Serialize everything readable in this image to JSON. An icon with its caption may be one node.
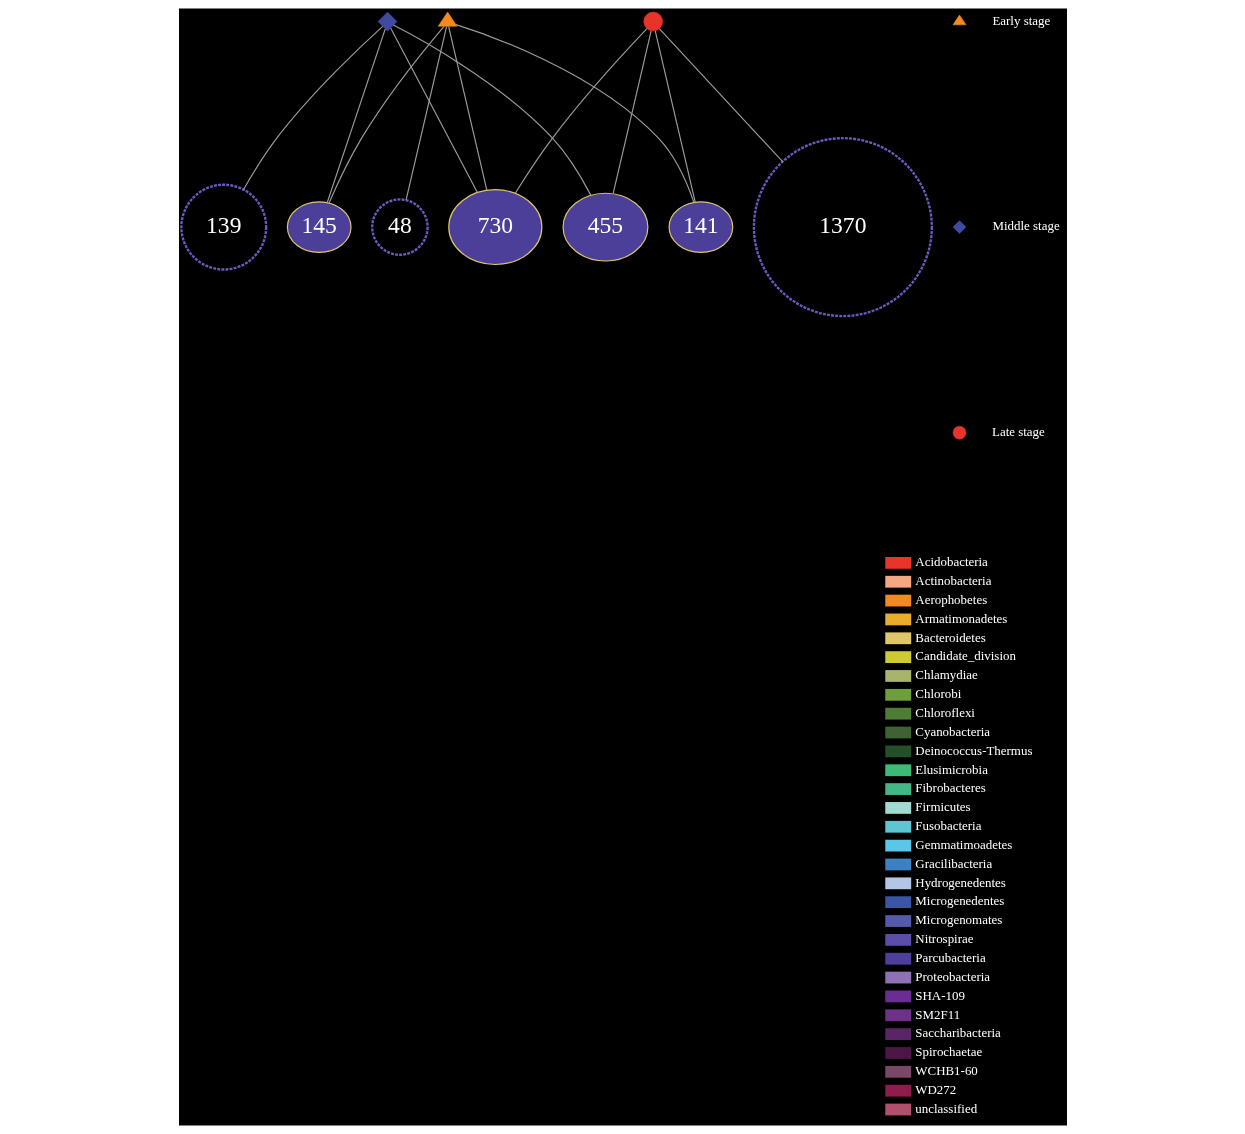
{
  "diagram": {
    "nodes": [
      {
        "text": [],
        "shape": "diamond"
      },
      {
        "text": [],
        "shape": "triangle"
      },
      {
        "text": [],
        "shape": "circle"
      },
      {
        "text": [
          "139"
        ]
      },
      {
        "text": [
          "145"
        ]
      },
      {
        "text": [
          "48"
        ]
      },
      {
        "text": [
          "730"
        ]
      },
      {
        "text": [
          "455"
        ]
      },
      {
        "text": [
          "141"
        ]
      },
      {
        "text": [
          "1370"
        ]
      }
    ],
    "edges": [
      {
        "from": 0,
        "to": 3,
        "arrow": "none"
      },
      {
        "from": 0,
        "to": 4,
        "arrow": "none"
      },
      {
        "from": 1,
        "to": 4,
        "arrow": "none"
      },
      {
        "from": 1,
        "to": 5,
        "arrow": "none"
      },
      {
        "from": 0,
        "to": 6,
        "arrow": "none"
      },
      {
        "from": 1,
        "to": 6,
        "arrow": "none"
      },
      {
        "from": 2,
        "to": 6,
        "arrow": "none"
      },
      {
        "from": 0,
        "to": 7,
        "arrow": "none"
      },
      {
        "from": 2,
        "to": 7,
        "arrow": "none"
      },
      {
        "from": 1,
        "to": 8,
        "arrow": "none"
      },
      {
        "from": 2,
        "to": 8,
        "arrow": "none"
      },
      {
        "from": 2,
        "to": 9,
        "arrow": "none"
      }
    ],
    "legend": [
      {
        "text": "Early stage"
      },
      {
        "text": "Middle stage"
      },
      {
        "text": "Late stage"
      },
      {
        "text": "Acidobacteria",
        "color": "#e8352a"
      },
      {
        "text": "Actinobacteria",
        "color": "#f7a682"
      },
      {
        "text": "Aerophobetes",
        "color": "#f28a24"
      },
      {
        "text": "Armatimonadetes",
        "color": "#e9ad2e"
      },
      {
        "text": "Bacteroidetes",
        "color": "#e0c66a"
      },
      {
        "text": "Candidate_division",
        "color": "#cfcb2e"
      },
      {
        "text": "Chlamydiae",
        "color": "#a8b46a"
      },
      {
        "text": "Chlorobi",
        "color": "#6f9e3c"
      },
      {
        "text": "Chloroflexi",
        "color": "#4e7d37"
      },
      {
        "text": "Cyanobacteria",
        "color": "#3e6234"
      },
      {
        "text": "Deinococcus-Thermus",
        "color": "#244f28"
      },
      {
        "text": "Elusimicrobia",
        "color": "#3dba78"
      },
      {
        "text": "Fibrobacteres",
        "color": "#42b886"
      },
      {
        "text": "Firmicutes",
        "color": "#a2d9d0"
      },
      {
        "text": "Fusobacteria",
        "color": "#5ec6d2"
      },
      {
        "text": "Gemmatimoadetes",
        "color": "#5bc7e8"
      },
      {
        "text": "Gracilibacteria",
        "color": "#3f7fc3"
      },
      {
        "text": "Hydrogenedentes",
        "color": "#b4c6e6"
      },
      {
        "text": "Microgenedentes",
        "color": "#3a55a6"
      },
      {
        "text": "Microgenomates",
        "color": "#5459aa"
      },
      {
        "text": "Nitrospirae",
        "color": "#5a4ea8"
      },
      {
        "text": "Parcubacteria",
        "color": "#4d3f9c"
      },
      {
        "text": "Proteobacteria",
        "color": "#8e72b6"
      },
      {
        "text": "SHA-109",
        "color": "#6a2e92"
      },
      {
        "text": "SM2F11",
        "color": "#6e3189"
      },
      {
        "text": "Saccharibacteria",
        "color": "#5a2566"
      },
      {
        "text": "Spirochaetae",
        "color": "#4c1747"
      },
      {
        "text": "WCHB1-60",
        "color": "#7b4766"
      },
      {
        "text": "WD272",
        "color": "#8e1d4c"
      },
      {
        "text": "unclassified",
        "color": "#b0506c"
      }
    ]
  }
}
